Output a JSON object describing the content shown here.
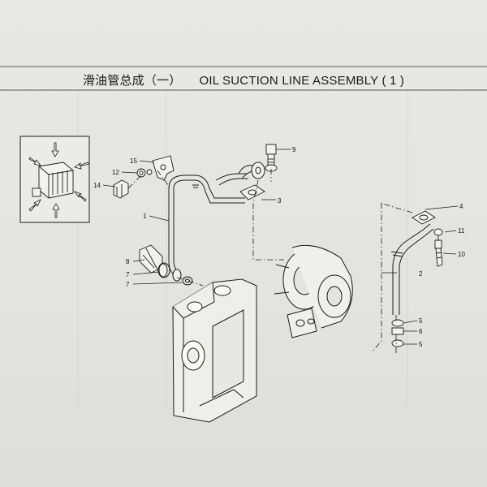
{
  "title": {
    "chinese": "滑油管总成（一）",
    "english": "OIL SUCTION LINE ASSEMBLY ( 1 )"
  },
  "callouts": {
    "n1": "1",
    "n2": "2",
    "n3": "3",
    "n4": "4",
    "n5a": "5",
    "n5b": "5",
    "n6": "6",
    "n7a": "7",
    "n7b": "7",
    "n8": "8",
    "n9": "9",
    "n10": "10",
    "n11": "11",
    "n12": "12",
    "n14": "14",
    "n15": "15"
  },
  "colors": {
    "ink": "#1a1a1a",
    "paper": "#e6e6e0",
    "ghost": "#c8c8c0"
  }
}
